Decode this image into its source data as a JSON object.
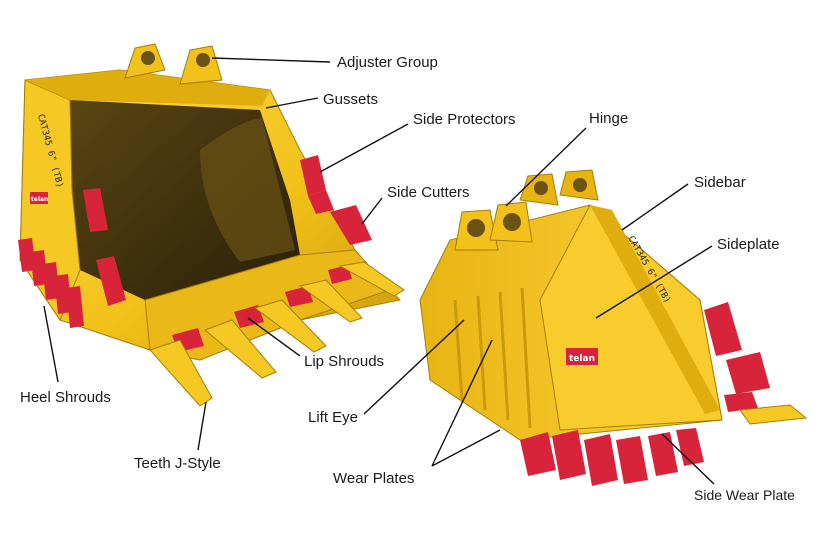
{
  "colors": {
    "bucket_yellow": "#f2c21a",
    "bucket_shade": "#c99a0a",
    "bucket_dark": "#7a5a06",
    "interior": "#3a2e10",
    "wear_red": "#d8243a",
    "label_text": "#1a1a1a"
  },
  "bucket_left": {
    "brand_badge": "telan",
    "stamp": "CAT345 6\" (TB)"
  },
  "bucket_right": {
    "brand_badge": "telan",
    "stamp": "CAT345 6\" (TB)"
  },
  "labels": {
    "adjuster_group": "Adjuster Group",
    "gussets": "Gussets",
    "side_protectors": "Side Protectors",
    "side_cutters": "Side Cutters",
    "heel_shrouds": "Heel Shrouds",
    "lip_shrouds": "Lip Shrouds",
    "teeth_j_style": "Teeth J-Style",
    "hinge": "Hinge",
    "sidebar": "Sidebar",
    "sideplate": "Sideplate",
    "lift_eye": "Lift Eye",
    "wear_plates": "Wear Plates",
    "side_wear_plate": "Side Wear Plate"
  }
}
